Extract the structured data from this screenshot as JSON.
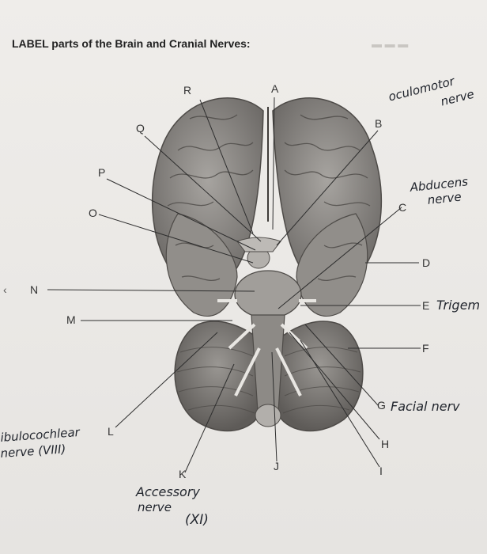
{
  "worksheet": {
    "title": "LABEL parts of the Brain and Cranial Nerves:"
  },
  "labels": {
    "R": "R",
    "A": "A",
    "Q": "Q",
    "B": "B",
    "P": "P",
    "C": "C",
    "O": "O",
    "D": "D",
    "N": "N",
    "E": "E",
    "M": "M",
    "F": "F",
    "G": "G",
    "L": "L",
    "H": "H",
    "K": "K",
    "J": "J",
    "I": "I"
  },
  "handwriting": {
    "oculomotor_1": "oculomotor",
    "oculomotor_2": "nerve",
    "abducens_1": "Abducens",
    "abducens_2": "nerve",
    "trigeminal": "Trigem",
    "facial": "Facial nerv",
    "vestibulocochlear_1": "ibulocochlear",
    "vestibulocochlear_2": "nerve (VIII)",
    "accessory_1": "Accessory",
    "accessory_2": "nerve",
    "accessory_3": "(XI)"
  },
  "colors": {
    "paper": "#ece9e6",
    "brain": "#8f8c88",
    "ink": "#22262e"
  }
}
